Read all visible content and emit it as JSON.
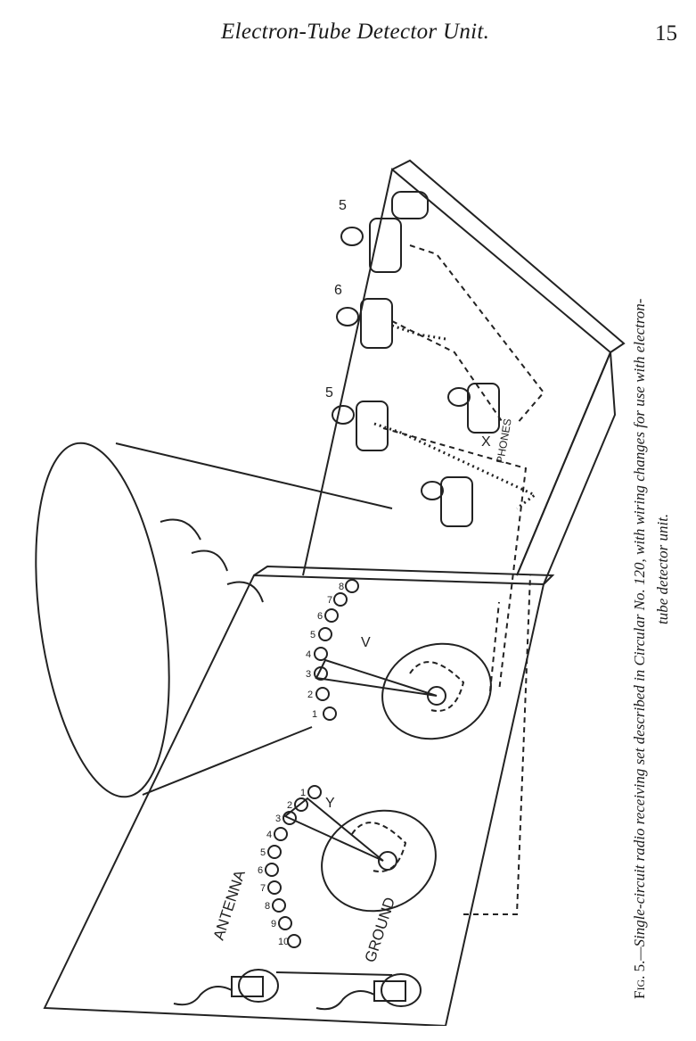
{
  "header": {
    "title": "Electron-Tube Detector Unit.",
    "page_number": "15"
  },
  "figure": {
    "panel_labels": {
      "antenna": "ANTENNA",
      "ground": "GROUND"
    },
    "switch_labels": {
      "left": "Y",
      "right": "V"
    },
    "left_contact_numbers": [
      "10",
      "9",
      "8",
      "7",
      "6",
      "5",
      "4",
      "3",
      "2",
      "1"
    ],
    "right_contact_numbers": [
      "1",
      "2",
      "3",
      "4",
      "5",
      "6",
      "7",
      "8"
    ],
    "post_labels": {
      "post_a": "5",
      "post_b": "6",
      "post_c": "5",
      "wire_x": "X",
      "phones": "PHONES"
    }
  },
  "caption": {
    "fig_label": "Fig. 5.",
    "line1": "—Single-circuit radio receiving set described in Circular No. 120, with wiring changes for use with electron-",
    "line2": "tube detector unit."
  }
}
